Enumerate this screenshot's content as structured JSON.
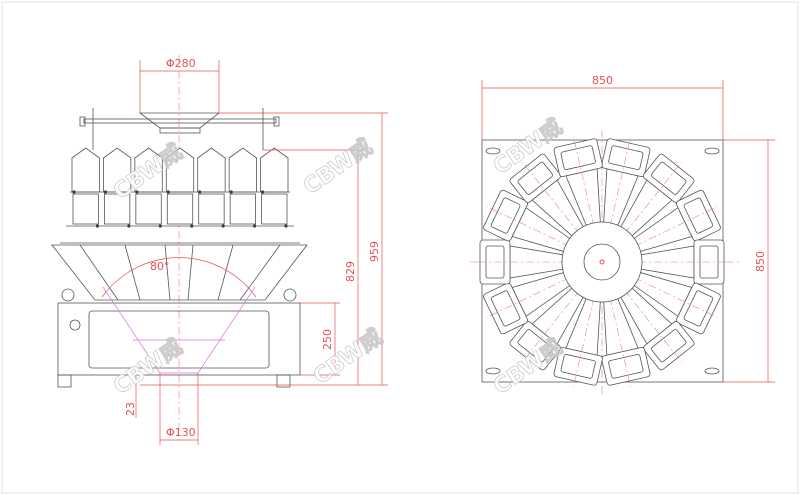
{
  "front_view": {
    "dims": {
      "hopper_diameter": "Φ280",
      "total_height": "959",
      "bucket_height": "829",
      "base_height": "250",
      "foot_gap": "23",
      "outlet_diameter": "Φ130",
      "chute_angle": "80°"
    }
  },
  "top_view": {
    "dims": {
      "width": "850",
      "depth": "850"
    },
    "heads": 14
  },
  "watermark": "CBW威",
  "colors": {
    "line": "#555555",
    "dimension": "#e8504f",
    "centerline": "#f08080",
    "hidden": "#e070e0"
  }
}
